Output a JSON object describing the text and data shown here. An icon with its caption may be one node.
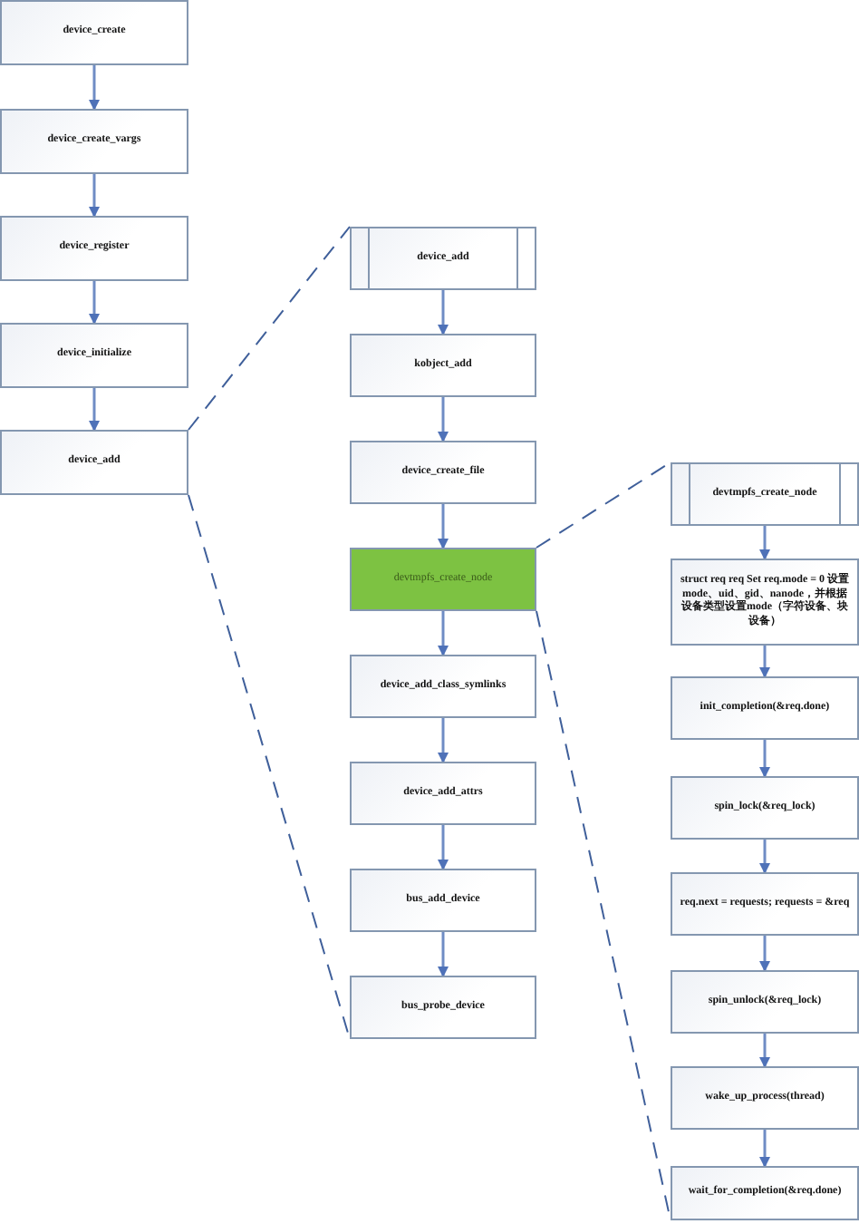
{
  "diagram": {
    "nodes": [
      {
        "text": [
          "device_create"
        ]
      },
      {
        "text": [
          "device_create_vargs"
        ]
      },
      {
        "text": [
          "device_register"
        ]
      },
      {
        "text": [
          "device_initialize"
        ]
      },
      {
        "text": [
          "device_add"
        ]
      },
      {
        "text": [
          "device_add"
        ]
      },
      {
        "text": [
          "kobject_add"
        ]
      },
      {
        "text": [
          "device_create_file"
        ]
      },
      {
        "text": [
          "devtmpfs_create_node"
        ]
      },
      {
        "text": [
          "device_add_class_symlinks"
        ]
      },
      {
        "text": [
          "device_add_attrs"
        ]
      },
      {
        "text": [
          "bus_add_device"
        ]
      },
      {
        "text": [
          "bus_probe_device"
        ]
      },
      {
        "text": [
          "devtmpfs_create_node"
        ]
      },
      {
        "text": [
          "struct req req Set req.mode = 0 设置mode、uid、gid、nanode，并根据设备类型设置mode（字符设备、块设备）"
        ]
      },
      {
        "text": [
          "init_completion(&req.done)"
        ]
      },
      {
        "text": [
          "spin_lock(&req_lock)"
        ]
      },
      {
        "text": [
          "req.next = requests; requests = &req"
        ]
      },
      {
        "text": [
          "spin_unlock(&req_lock)"
        ]
      },
      {
        "text": [
          "wake_up_process(thread)"
        ]
      },
      {
        "text": [
          "wait_for_completion(&req.done)"
        ]
      }
    ],
    "edges": [
      {
        "from": 0,
        "to": 1,
        "arrow": "to"
      },
      {
        "from": 1,
        "to": 2,
        "arrow": "to"
      },
      {
        "from": 2,
        "to": 3,
        "arrow": "to"
      },
      {
        "from": 3,
        "to": 4,
        "arrow": "to"
      },
      {
        "from": 5,
        "to": 6,
        "arrow": "to"
      },
      {
        "from": 6,
        "to": 7,
        "arrow": "to"
      },
      {
        "from": 7,
        "to": 8,
        "arrow": "to"
      },
      {
        "from": 8,
        "to": 9,
        "arrow": "to"
      },
      {
        "from": 9,
        "to": 10,
        "arrow": "to"
      },
      {
        "from": 10,
        "to": 11,
        "arrow": "to"
      },
      {
        "from": 11,
        "to": 12,
        "arrow": "to"
      },
      {
        "from": 13,
        "to": 14,
        "arrow": "to"
      },
      {
        "from": 14,
        "to": 15,
        "arrow": "to"
      },
      {
        "from": 15,
        "to": 16,
        "arrow": "to"
      },
      {
        "from": 16,
        "to": 17,
        "arrow": "to"
      },
      {
        "from": 17,
        "to": 18,
        "arrow": "to"
      },
      {
        "from": 18,
        "to": 19,
        "arrow": "to"
      },
      {
        "from": 19,
        "to": 20,
        "arrow": "to"
      },
      {
        "from": 4,
        "to": 5,
        "arrow": "none",
        "style": "dashed"
      },
      {
        "from": 4,
        "to": 12,
        "arrow": "none",
        "style": "dashed"
      },
      {
        "from": 8,
        "to": 13,
        "arrow": "none",
        "style": "dashed"
      },
      {
        "from": 8,
        "to": 20,
        "arrow": "none",
        "style": "dashed"
      }
    ]
  }
}
